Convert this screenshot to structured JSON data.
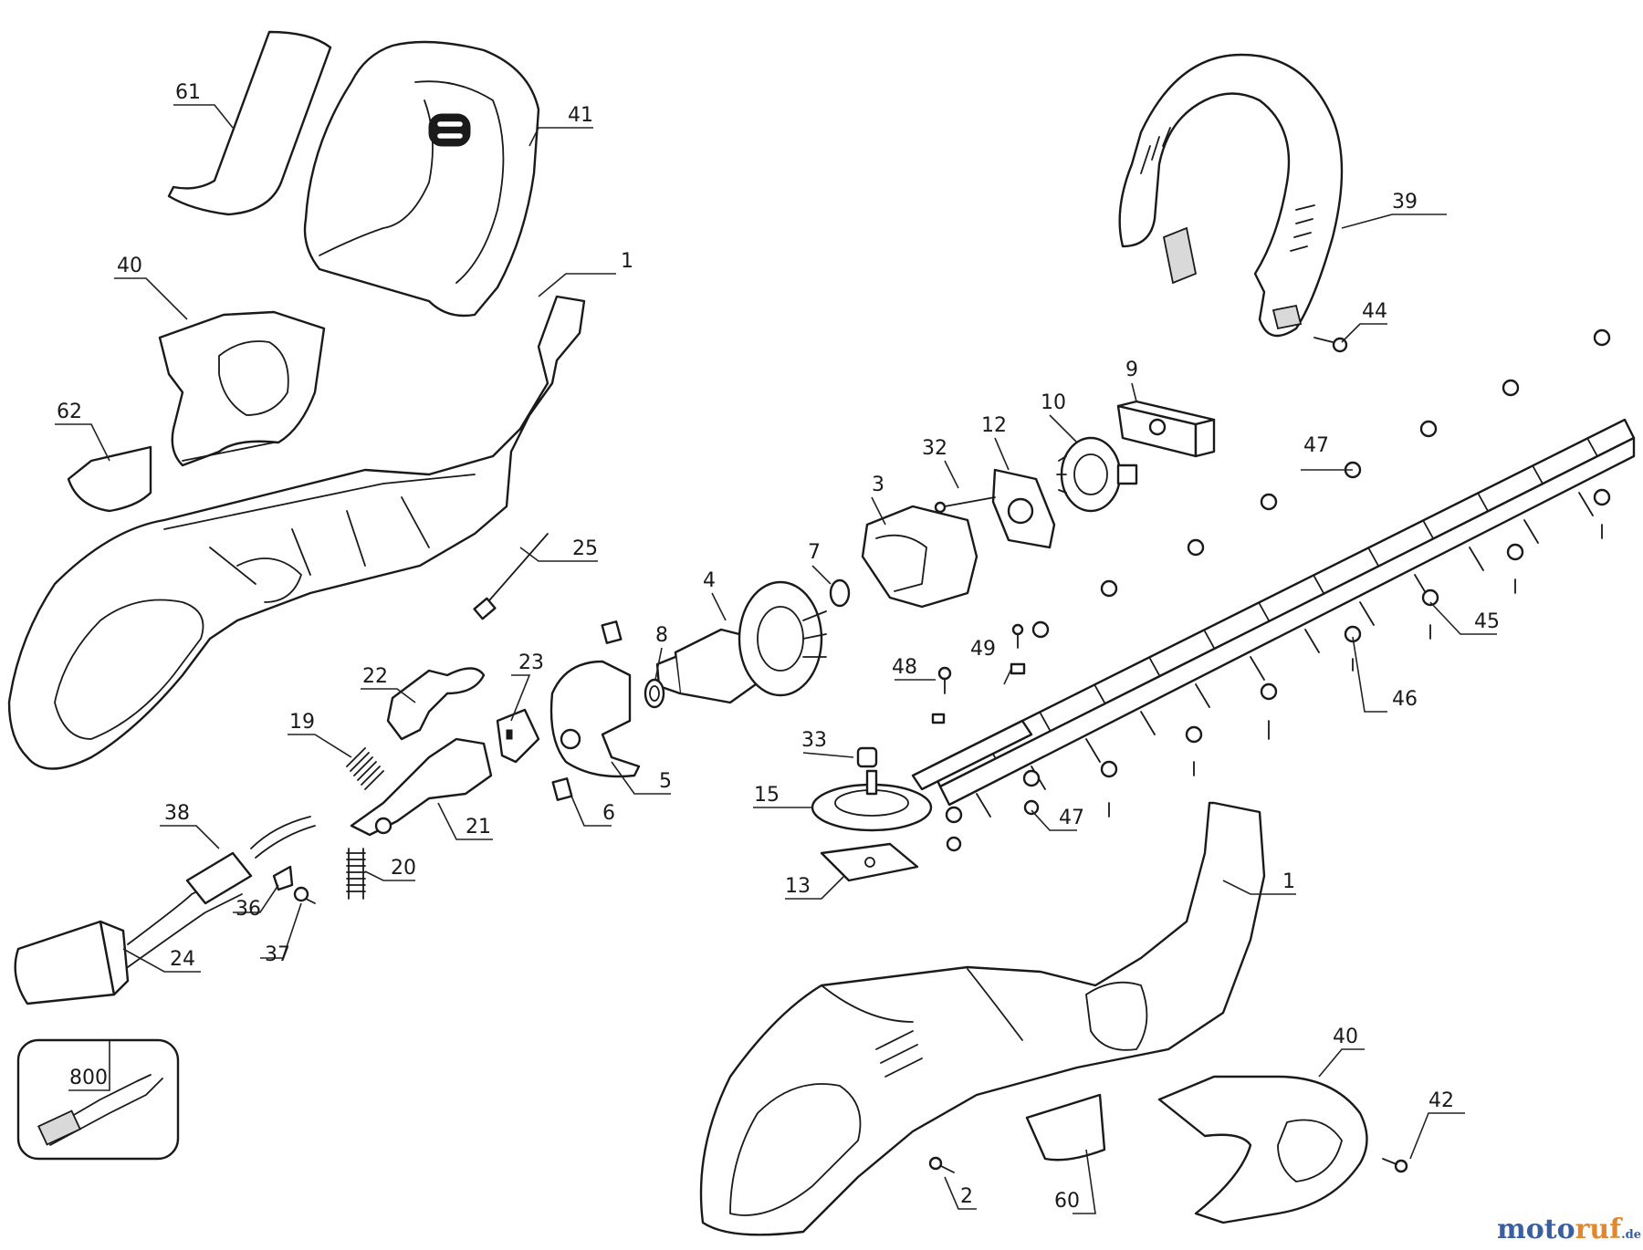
{
  "colors": {
    "line": "#1a1a1a",
    "watermark_blue": "#3a5fa0",
    "watermark_orange": "#e2872a"
  },
  "callouts": [
    {
      "id": "c61",
      "label": "61"
    },
    {
      "id": "c41",
      "label": "41"
    },
    {
      "id": "c40a",
      "label": "40"
    },
    {
      "id": "c1a",
      "label": "1"
    },
    {
      "id": "c62",
      "label": "62"
    },
    {
      "id": "c25",
      "label": "25"
    },
    {
      "id": "c22",
      "label": "22"
    },
    {
      "id": "c23",
      "label": "23"
    },
    {
      "id": "c19",
      "label": "19"
    },
    {
      "id": "c21",
      "label": "21"
    },
    {
      "id": "c20",
      "label": "20"
    },
    {
      "id": "c38",
      "label": "38"
    },
    {
      "id": "c36",
      "label": "36"
    },
    {
      "id": "c37",
      "label": "37"
    },
    {
      "id": "c24",
      "label": "24"
    },
    {
      "id": "c800",
      "label": "800"
    },
    {
      "id": "c39",
      "label": "39"
    },
    {
      "id": "c44",
      "label": "44"
    },
    {
      "id": "c9",
      "label": "9"
    },
    {
      "id": "c10",
      "label": "10"
    },
    {
      "id": "c12",
      "label": "12"
    },
    {
      "id": "c32",
      "label": "32"
    },
    {
      "id": "c3",
      "label": "3"
    },
    {
      "id": "c7",
      "label": "7"
    },
    {
      "id": "c4",
      "label": "4"
    },
    {
      "id": "c8",
      "label": "8"
    },
    {
      "id": "c5",
      "label": "5"
    },
    {
      "id": "c6",
      "label": "6"
    },
    {
      "id": "c47a",
      "label": "47"
    },
    {
      "id": "c45",
      "label": "45"
    },
    {
      "id": "c46",
      "label": "46"
    },
    {
      "id": "c49",
      "label": "49"
    },
    {
      "id": "c48",
      "label": "48"
    },
    {
      "id": "c33",
      "label": "33"
    },
    {
      "id": "c15",
      "label": "15"
    },
    {
      "id": "c47b",
      "label": "47"
    },
    {
      "id": "c13",
      "label": "13"
    },
    {
      "id": "c1b",
      "label": "1"
    },
    {
      "id": "c40b",
      "label": "40"
    },
    {
      "id": "c42",
      "label": "42"
    },
    {
      "id": "c2",
      "label": "2"
    },
    {
      "id": "c60",
      "label": "60"
    }
  ],
  "watermark": {
    "brand_part1": "moto",
    "brand_part2": "ruf",
    "suffix": ".de"
  }
}
